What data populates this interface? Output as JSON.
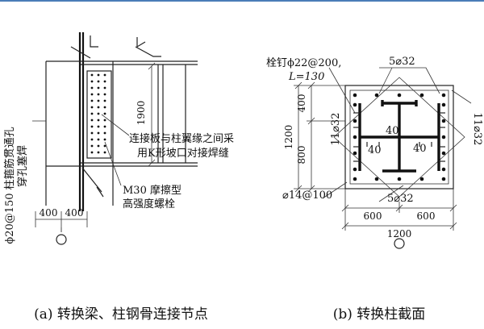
{
  "colors": {
    "line": "#222222",
    "accent_top_border": "#4a7db8"
  },
  "left_panel": {
    "caption": "(a) 转换梁、柱钢骨连接节点",
    "labels": {
      "stirrup_hole_1": "ϕ20@150 柱箍筋贯通孔",
      "stirrup_hole_2": "穿孔塞焊",
      "plate_weld_1": "连接板与柱翼缘之间采",
      "plate_weld_2": "用K形坡口对接焊缝",
      "bolt_1": "M30 摩擦型",
      "bolt_2": "高强度螺栓"
    },
    "dims": {
      "height_1900": "1900",
      "width_400_left": "400",
      "width_400_right": "400"
    }
  },
  "right_panel": {
    "caption": "(b) 转换柱截面",
    "labels": {
      "stud_1": "栓钉ϕ22@200,",
      "stud_2": "L=130",
      "bars_top": "5⌀32",
      "bars_bottom": "5⌀32",
      "bars_left": "11⌀32",
      "bars_right": "11⌀32",
      "stirrup": "⌀14@100",
      "web_thk_1": "40",
      "web_thk_2": "40",
      "web_thk_3": "40"
    },
    "dims": {
      "v_400": "400",
      "v_800": "800",
      "v_1200": "1200",
      "h_600_left": "600",
      "h_600_right": "600",
      "h_1200": "1200"
    }
  }
}
